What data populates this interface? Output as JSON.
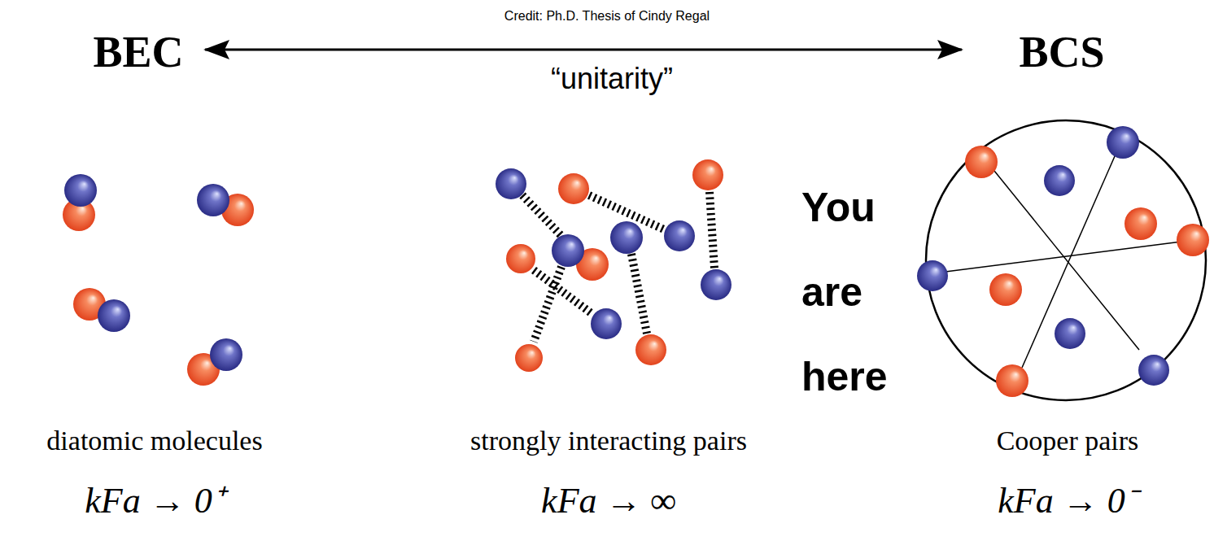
{
  "diagram": {
    "labels": [
      "Credit: Ph.D. Thesis of Cindy Regal",
      "BEC",
      "BCS",
      "“unitarity”",
      "You are here",
      "diatomic molecules",
      "kFa → 0⁺",
      "strongly interacting pairs",
      "kFa → ∞",
      "Cooper pairs",
      "kFa → 0⁻"
    ]
  }
}
